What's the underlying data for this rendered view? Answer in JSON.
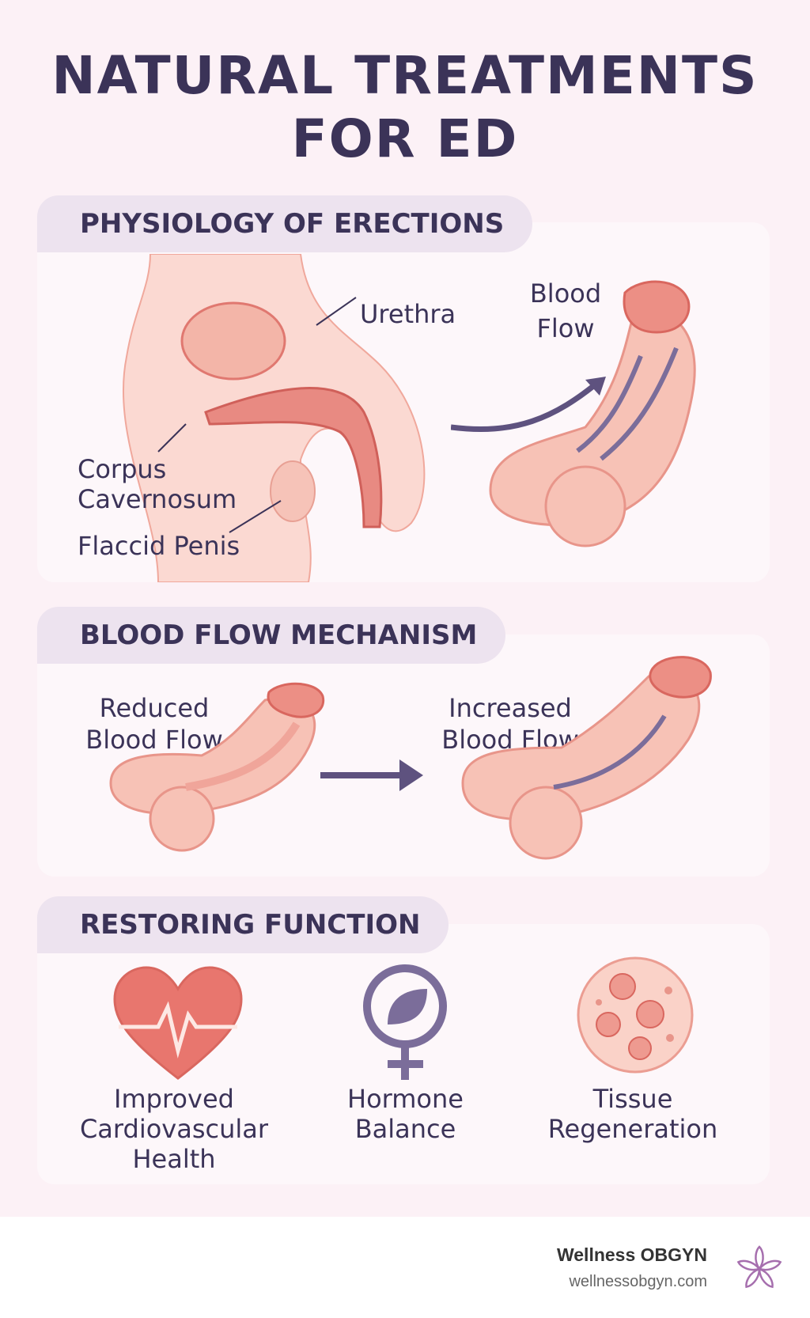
{
  "title": {
    "line1": "NATURAL TREATMENTS",
    "line2": "FOR ED"
  },
  "sections": [
    {
      "heading": "PHYSIOLOGY OF ERECTIONS",
      "labels": {
        "urethra": "Urethra",
        "corpus": "Corpus\nCavernosum",
        "corpus_1": "Corpus",
        "corpus_2": "Cavernosum",
        "flaccid": "Flaccid Penis",
        "blood_flow_1": "Blood",
        "blood_flow_2": "Flow"
      }
    },
    {
      "heading": "BLOOD FLOW MECHANISM",
      "labels": {
        "reduced_1": "Reduced",
        "reduced_2": "Blood Flow",
        "increased_1": "Increased",
        "increased_2": "Blood Flow"
      }
    },
    {
      "heading": "RESTORING FUNCTION",
      "items": [
        {
          "icon": "heart-pulse-icon",
          "line1": "Improved",
          "line2": "Cardiovascular",
          "line3": "Health"
        },
        {
          "icon": "female-leaf-icon",
          "line1": "Hormone",
          "line2": "Balance"
        },
        {
          "icon": "tissue-cells-icon",
          "line1": "Tissue",
          "line2": "Regeneration"
        }
      ]
    }
  ],
  "footer": {
    "brand": "Wellness OBGYN",
    "url": "wellnessobgyn.com"
  },
  "colors": {
    "navy": "#3b3358",
    "pink": "#f3b5a8",
    "red": "#e07870",
    "purple": "#7b6d9a"
  }
}
